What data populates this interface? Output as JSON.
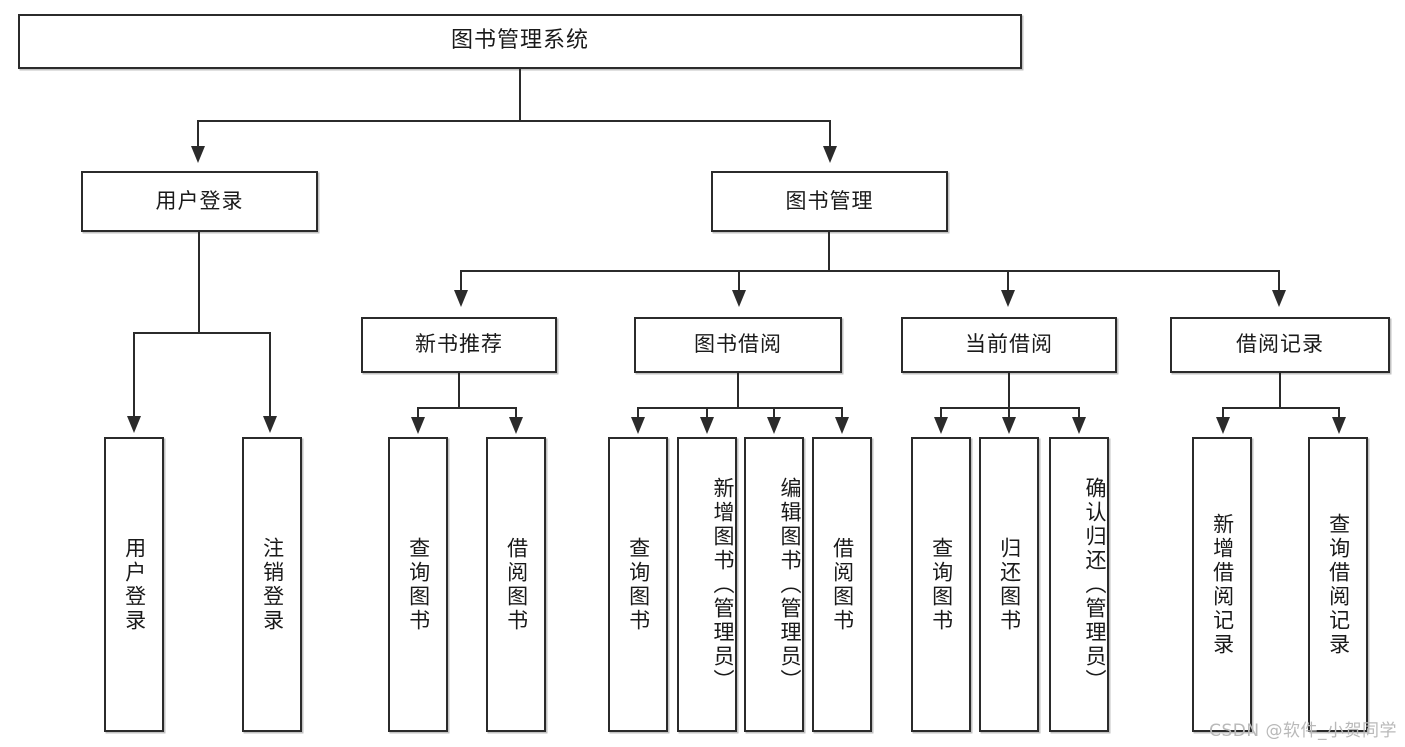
{
  "diagram": {
    "title": "图书管理系统",
    "type": "tree-hierarchy",
    "watermark": "CSDN @软件_小贺同学",
    "levels": {
      "root": {
        "label": "图书管理系统"
      },
      "level2": [
        {
          "id": "user-login",
          "label": "用户登录"
        },
        {
          "id": "book-manage",
          "label": "图书管理"
        }
      ],
      "level3": [
        {
          "id": "new-book-recommend",
          "label": "新书推荐",
          "parent": "book-manage"
        },
        {
          "id": "book-borrow",
          "label": "图书借阅",
          "parent": "book-manage"
        },
        {
          "id": "current-borrow",
          "label": "当前借阅",
          "parent": "book-manage"
        },
        {
          "id": "borrow-record",
          "label": "借阅记录",
          "parent": "book-manage"
        }
      ],
      "level4": [
        {
          "id": "leaf-user-login",
          "label": "用户登录",
          "parent": "user-login"
        },
        {
          "id": "leaf-logout",
          "label": "注销登录",
          "parent": "user-login"
        },
        {
          "id": "leaf-query-book-1",
          "label": "查询图书",
          "parent": "new-book-recommend"
        },
        {
          "id": "leaf-borrow-book-1",
          "label": "借阅图书",
          "parent": "new-book-recommend"
        },
        {
          "id": "leaf-query-book-2",
          "label": "查询图书",
          "parent": "book-borrow"
        },
        {
          "id": "leaf-add-book",
          "label": "新增图书（管理员）",
          "parent": "book-borrow"
        },
        {
          "id": "leaf-edit-book",
          "label": "编辑图书（管理员）",
          "parent": "book-borrow"
        },
        {
          "id": "leaf-borrow-book-2",
          "label": "借阅图书",
          "parent": "book-borrow"
        },
        {
          "id": "leaf-query-book-3",
          "label": "查询图书",
          "parent": "current-borrow"
        },
        {
          "id": "leaf-return-book",
          "label": "归还图书",
          "parent": "current-borrow"
        },
        {
          "id": "leaf-confirm-return",
          "label": "确认归还（管理员）",
          "parent": "current-borrow"
        },
        {
          "id": "leaf-add-record",
          "label": "新增借阅记录",
          "parent": "borrow-record"
        },
        {
          "id": "leaf-query-record",
          "label": "查询借阅记录",
          "parent": "borrow-record"
        }
      ]
    },
    "colors": {
      "stroke": "#2b2b2b",
      "fill": "#ffffff",
      "text": "#1a1a1a",
      "watermark": "#b9b9b9"
    }
  }
}
